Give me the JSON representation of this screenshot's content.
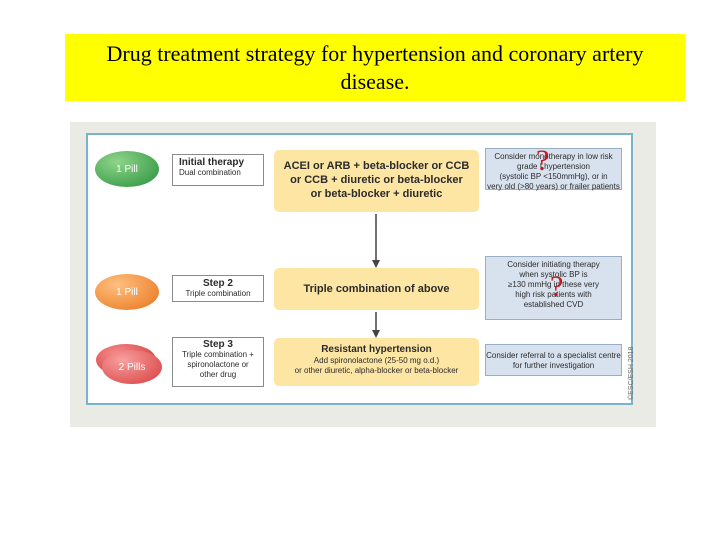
{
  "title": {
    "line1": "Drug treatment strategy for hypertension and coronary artery",
    "line2": "disease."
  },
  "rows": [
    {
      "pill_label": "1 Pill",
      "step_title": "Initial therapy",
      "step_sub": "Dual combination",
      "therapy_lines": [
        "ACEI or ARB + beta-blocker or CCB",
        "or CCB + diuretic or beta-blocker",
        "or beta-blocker + diuretic"
      ],
      "note_lines": [
        "Consider monotherapy in low risk",
        "grade I hypertension",
        "(systolic BP <150mmHg), or in",
        "very old (>80 years) or frailer patients"
      ]
    },
    {
      "pill_label": "1 Pill",
      "step_title": "Step 2",
      "step_sub": "Triple combination",
      "therapy_text": "Triple combination of above",
      "note_lines": [
        "Consider initiating therapy",
        "when systolic BP is",
        "≥130 mmHg in these very",
        "high risk patients with",
        "established CVD"
      ]
    },
    {
      "pill_label": "2 Pills",
      "step_title": "Step 3",
      "step_sub_lines": [
        "Triple combination +",
        "spironolactone or",
        "other drug"
      ],
      "therapy_title_pre": "Resistant ",
      "therapy_title_bold": "hypertension",
      "therapy_sub_lines": [
        "Add spironolactone (25-50 mg o.d.)",
        "or other diuretic, alpha-blocker or beta-blocker"
      ],
      "note_lines": [
        "Consider referral to a specialist centre",
        "for further investigation"
      ]
    }
  ],
  "annotations": {
    "q1": "?",
    "q2": "?"
  },
  "copyright": "©ESC/ESH 2018",
  "colors": {
    "title_bg": "#ffff00",
    "therapy_bg": "#fde5a4",
    "note_bg": "#d8e2ee",
    "panel_border": "#79b3cc",
    "question_mark": "#c0171b"
  }
}
